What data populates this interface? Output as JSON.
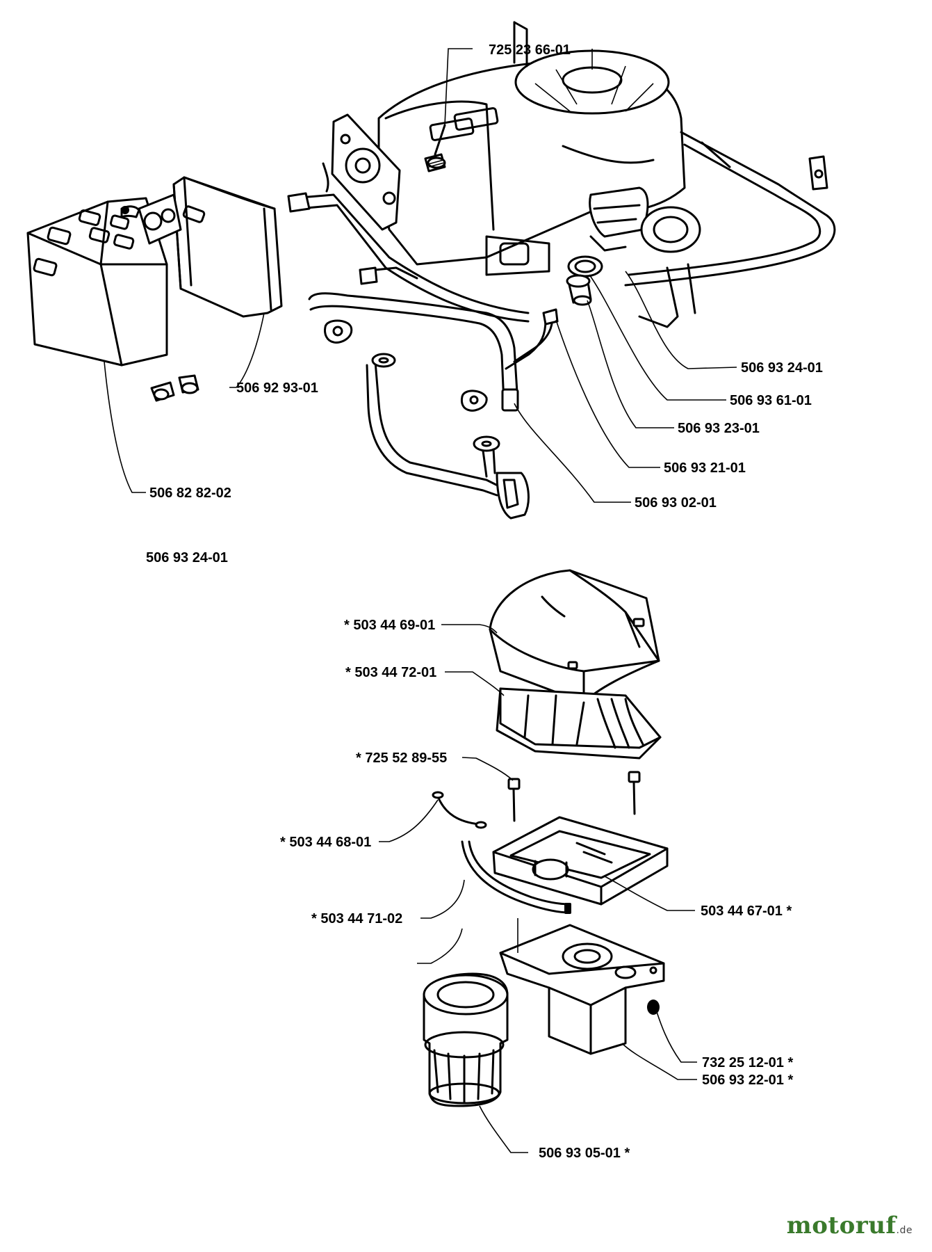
{
  "labels": {
    "p72523660": "725 23 66-01",
    "p50693240_top": "506 93 24-01",
    "p50693610": "506 93 61-01",
    "p50693230": "506 93 23-01",
    "p50693210": "506 93 21-01",
    "p50693020": "506 93 02-01",
    "p50692930": "506 92 93-01",
    "p50682820": "506 82 82-02",
    "p50693240_mid": "506 93 24-01",
    "p50344690": "*  503 44 69-01",
    "p50344720": "*  503 44 72-01",
    "p72552890": "*  725 52 89-55",
    "p50344680": "*  503 44 68-01",
    "p50344710": "*  503 44 71-02",
    "p50344670": "503 44 67-01  *",
    "p73225120": "732 25 12-01  *",
    "p50693220": "506 93 22-01  *",
    "p50693050": "506 93 05-01  *"
  },
  "watermark": {
    "brand": "motoruf",
    "tld": ".de"
  }
}
